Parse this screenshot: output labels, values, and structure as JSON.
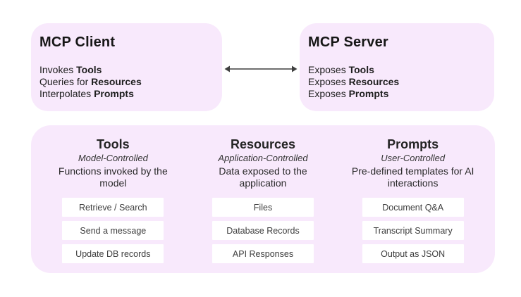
{
  "top": {
    "client": {
      "title": "MCP Client",
      "lines": [
        {
          "prefix": "Invokes ",
          "bold": "Tools"
        },
        {
          "prefix": "Queries for ",
          "bold": "Resources"
        },
        {
          "prefix": "Interpolates ",
          "bold": "Prompts"
        }
      ]
    },
    "server": {
      "title": "MCP Server",
      "lines": [
        {
          "prefix": "Exposes ",
          "bold": "Tools"
        },
        {
          "prefix": "Exposes ",
          "bold": "Resources"
        },
        {
          "prefix": "Exposes ",
          "bold": "Prompts"
        }
      ]
    },
    "connector_icon": "bidirectional-arrow"
  },
  "columns": [
    {
      "title": "Tools",
      "subtitle": "Model-Controlled",
      "description": "Functions invoked by the model",
      "items": [
        "Retrieve / Search",
        "Send a message",
        "Update DB records"
      ]
    },
    {
      "title": "Resources",
      "subtitle": "Application-Controlled",
      "description": "Data exposed to the application",
      "items": [
        "Files",
        "Database Records",
        "API Responses"
      ]
    },
    {
      "title": "Prompts",
      "subtitle": "User-Controlled",
      "description": "Pre-defined templates for AI interactions",
      "items": [
        "Document Q&A",
        "Transcript Summary",
        "Output as JSON"
      ]
    }
  ],
  "colors": {
    "background": "#ffffff",
    "panel": "#f8e9fc",
    "title_text": "#161616",
    "body_text": "#1e1e1e",
    "card_bg": "#ffffff",
    "card_text": "#3d3d3d",
    "arrow": "#3f3f3f"
  }
}
